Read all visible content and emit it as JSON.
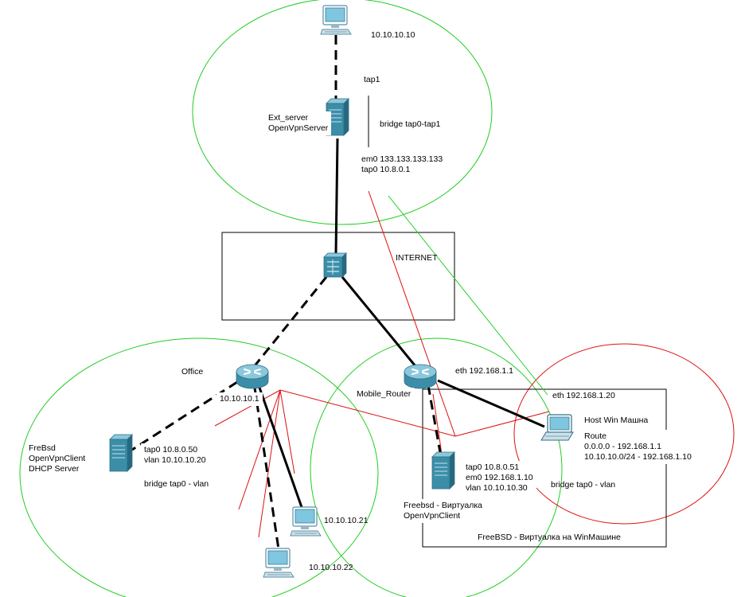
{
  "diagram": {
    "nodes": {
      "top_pc": {
        "label": "10.10.10.10",
        "icon": "pc-icon"
      },
      "ext_server": {
        "name": "Ext_server",
        "role": "OpenVpnServer",
        "icon": "server-icon"
      },
      "internet_switch": {
        "label": "INTERNET",
        "icon": "firewall-icon"
      },
      "office_router": {
        "label": "Office",
        "ip": "10.10.10.1",
        "icon": "router-icon"
      },
      "mobile_router": {
        "label": "Mobile_Router",
        "eth": "eth 192.168.1.1",
        "icon": "router-icon"
      },
      "office_server": {
        "lines": [
          "FreBsd",
          "OpenVpnClient",
          "DHCP Server"
        ],
        "icon": "server-icon"
      },
      "pc_21": {
        "label": "10.10.10.21",
        "icon": "pc-icon"
      },
      "pc_22": {
        "label": "10.10.10.22",
        "icon": "pc-icon"
      },
      "virtual_freebsd": {
        "lines": [
          "Freebsd - Виртуалка",
          "OpenVpnClient"
        ],
        "icon": "server-icon"
      },
      "host_win": {
        "name": "Host Win Машна",
        "eth": "eth 192.168.1.20",
        "icon": "laptop-icon"
      }
    },
    "notes": {
      "tap1": "tap1",
      "bridge_ext": "bridge tap0-tap1",
      "ext_ifaces": [
        "em0 133.133.133.133",
        "tap0 10.8.0.1"
      ],
      "office_ifaces": [
        "tap0 10.8.0.50",
        "vlan 10.10.10.20"
      ],
      "office_bridge": "bridge tap0 - vlan",
      "virt_ifaces": [
        "tap0 10.8.0.51",
        "em0 192.168.1.10",
        "vlan 10.10.10.30"
      ],
      "virt_bridge": "bridge tap0 - vlan",
      "route": [
        "Route",
        "0.0.0.0 - 192.168.1.1",
        "10.10.10.0/24 - 192.168.1.10"
      ],
      "winhost_box": "FreeBSD - Виртуалка на WinМашине"
    },
    "colors": {
      "green_zone": "#22cc22",
      "red_zone": "#dd1111",
      "link": "#000000",
      "server_fill": "#3c8ea8",
      "screen_fill": "#7fc6e0"
    }
  }
}
